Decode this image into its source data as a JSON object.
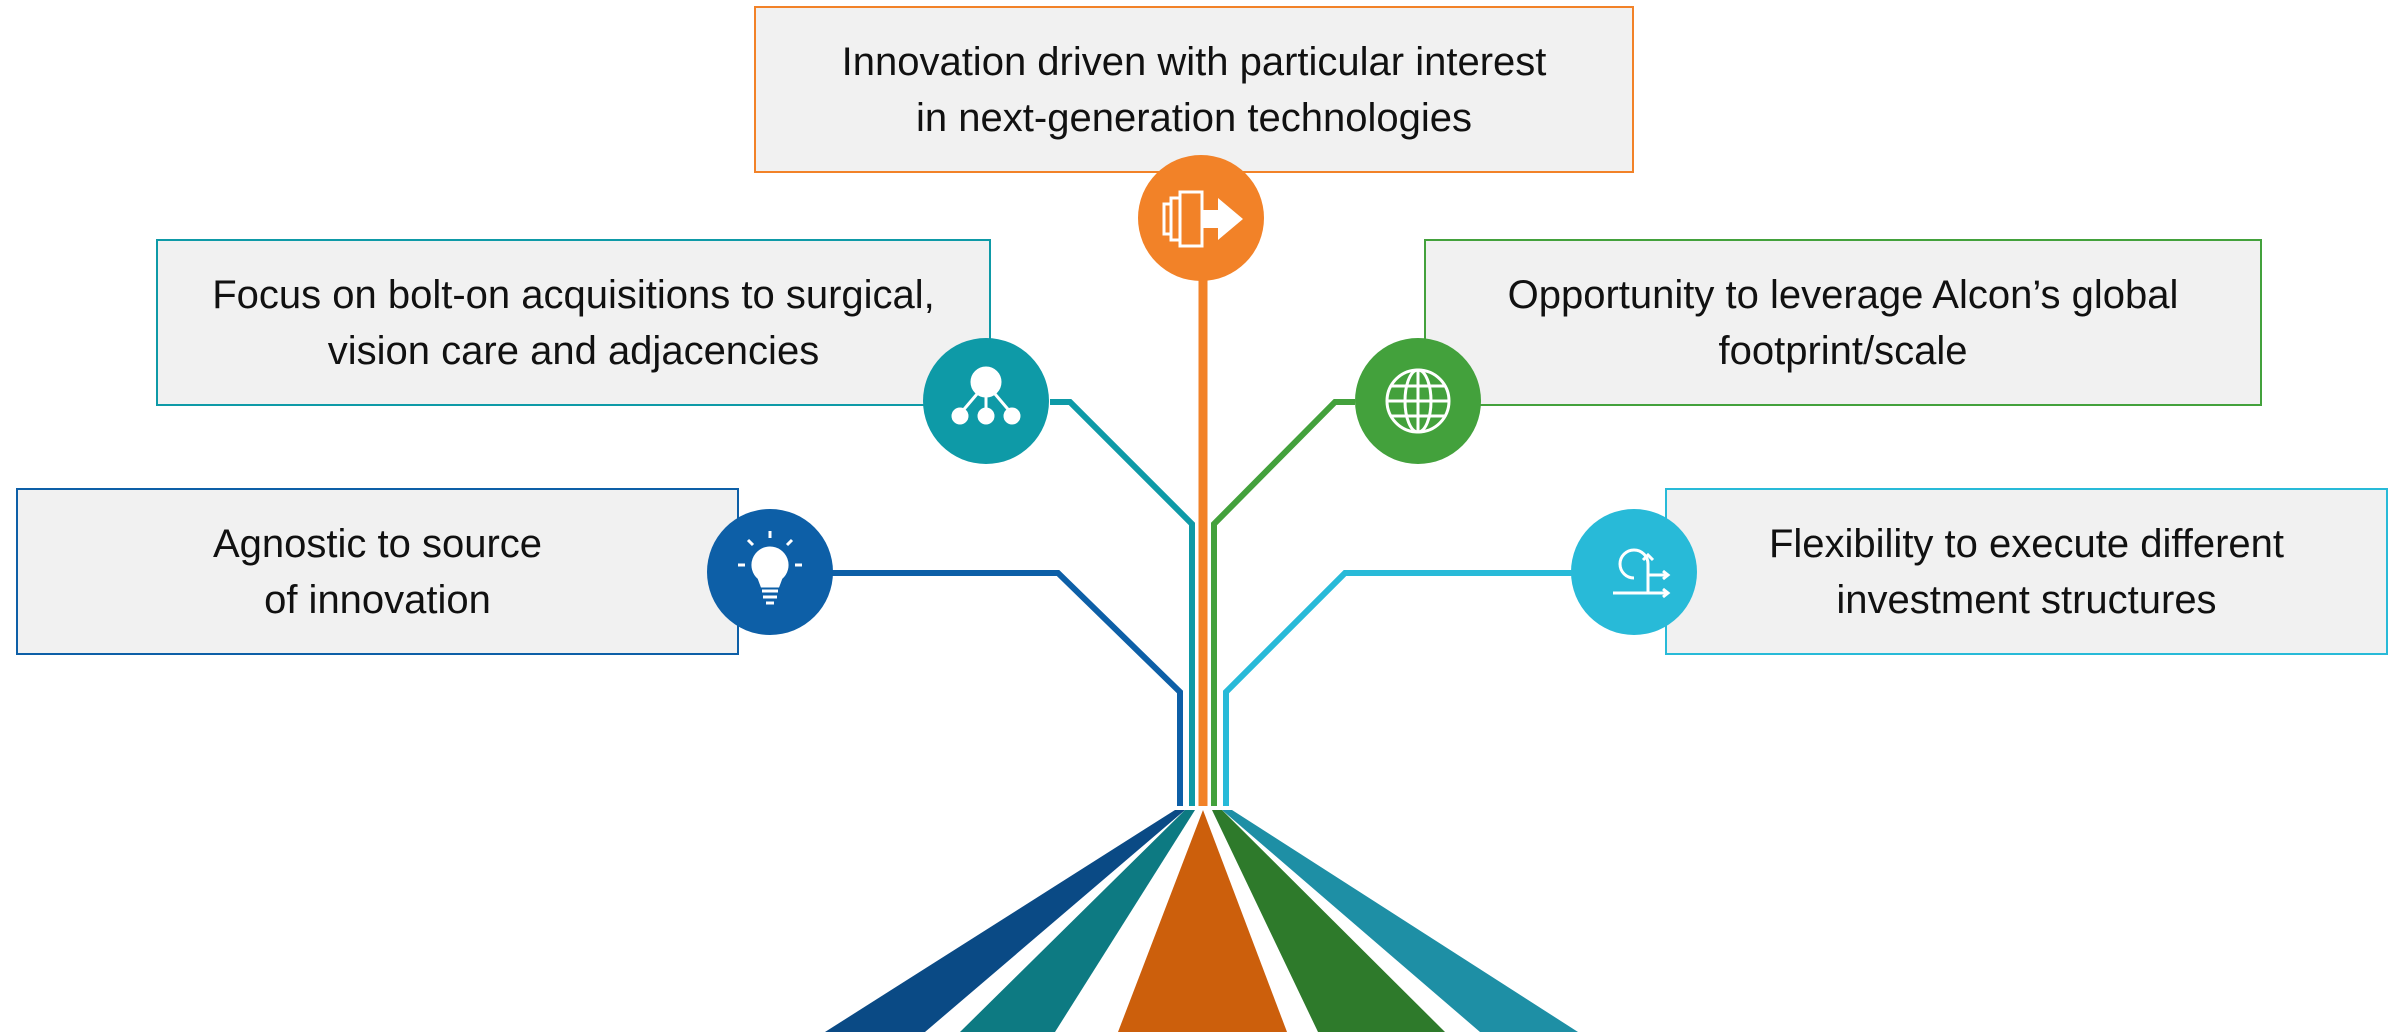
{
  "colors": {
    "orange": "#f28228",
    "orange_dark": "#cc5f0c",
    "teal": "#0e9aa7",
    "teal_dark": "#0d7a82",
    "green": "#43a13c",
    "green_dark": "#2e7a2b",
    "navy": "#0d5fa7",
    "navy_dark": "#0a4a85",
    "cyan": "#28bad8",
    "cyan_dark": "#1e8fa5",
    "box_fill": "#f1f1f1"
  },
  "items": {
    "top": {
      "text": "Innovation driven with particular interest\nin next-generation technologies",
      "icon": "document-arrow-icon",
      "color": "orange"
    },
    "upper_left": {
      "text": "Focus on bolt-on acquisitions to surgical,\nvision care and adjacencies",
      "icon": "network-icon",
      "color": "teal"
    },
    "upper_right": {
      "text": "Opportunity to leverage Alcon’s global\nfootprint/scale",
      "icon": "globe-icon",
      "color": "green"
    },
    "lower_left": {
      "text": "Agnostic to source\nof innovation",
      "icon": "lightbulb-icon",
      "color": "navy"
    },
    "lower_right": {
      "text": "Flexibility to execute different\ninvestment structures",
      "icon": "flow-arrows-icon",
      "color": "cyan"
    }
  }
}
